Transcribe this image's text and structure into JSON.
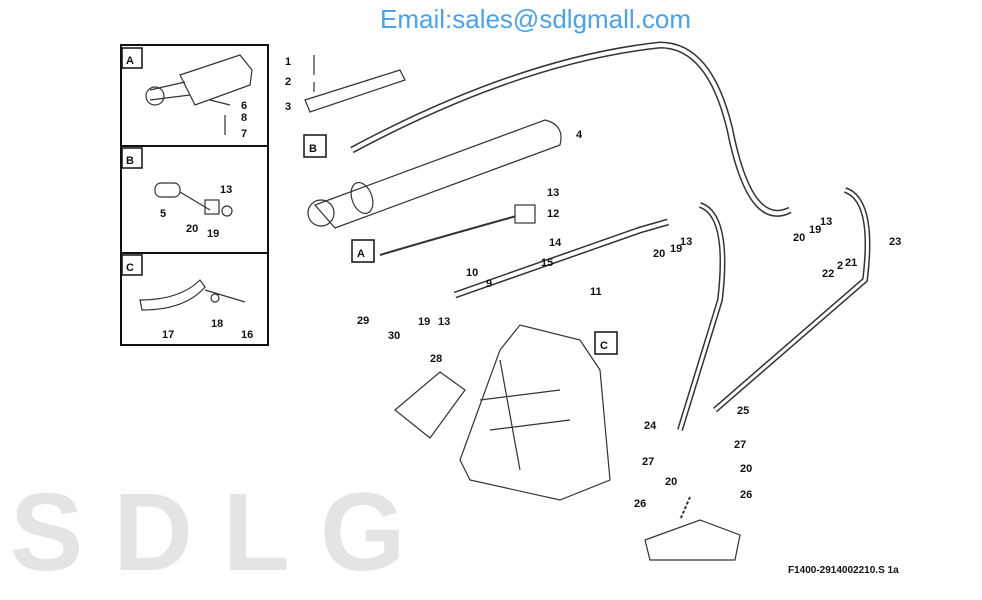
{
  "brand_watermark": "SDLG",
  "email_watermark": "Email:sales@sdlgmall.com",
  "drawing_code": "F1400-2914002210.S 1a",
  "callouts": [
    "A",
    "B",
    "C"
  ],
  "detail_panels": [
    {
      "id": "A",
      "parts": [
        "6",
        "8",
        "7"
      ]
    },
    {
      "id": "B",
      "parts": [
        "13",
        "5",
        "20",
        "19"
      ]
    },
    {
      "id": "C",
      "parts": [
        "17",
        "18",
        "16"
      ]
    }
  ],
  "part_labels": [
    "1",
    "2",
    "3",
    "4",
    "13",
    "12",
    "14",
    "15",
    "10",
    "9",
    "11",
    "19",
    "13",
    "29",
    "30",
    "28",
    "24",
    "25",
    "27",
    "27",
    "20",
    "20",
    "26",
    "26",
    "20",
    "19",
    "13",
    "20",
    "19",
    "13",
    "22",
    "2",
    "21",
    "23"
  ]
}
